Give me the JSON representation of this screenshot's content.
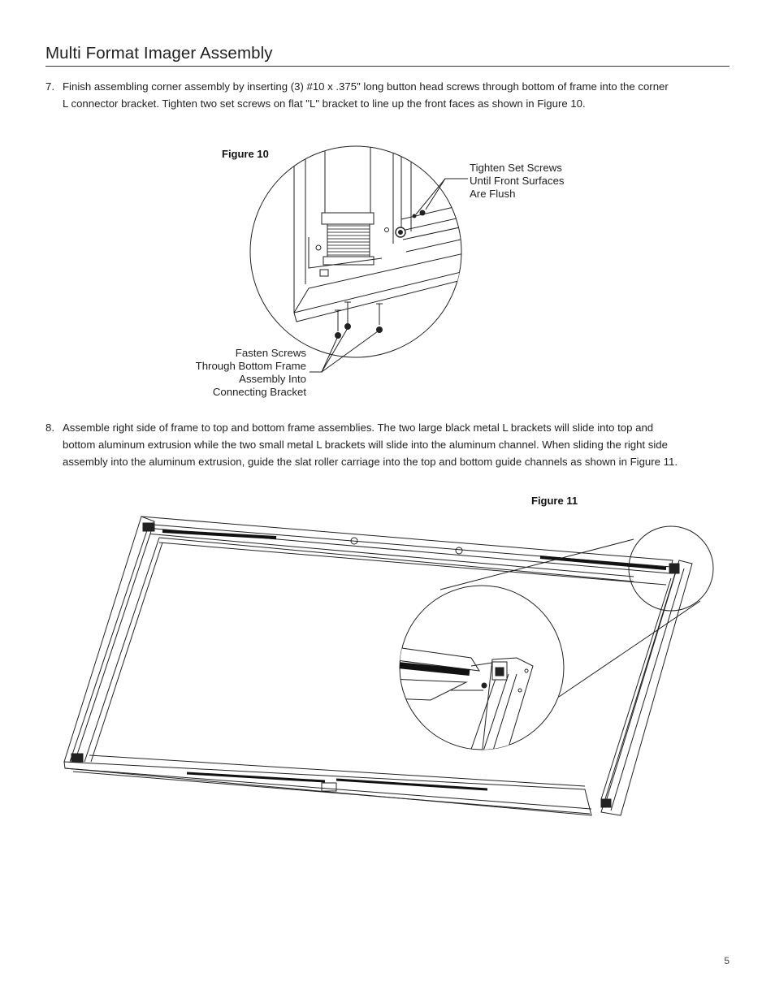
{
  "header": {
    "title": "Multi Format Imager Assembly"
  },
  "steps": [
    {
      "number": "7.",
      "lines": [
        "Finish assembling corner assembly by inserting (3) #10 x .375\" long button head screws through bottom of frame into the corner",
        "L connector bracket. Tighten two set screws on flat \"L\" bracket to line up the front faces as shown in Figure 10."
      ]
    },
    {
      "number": "8.",
      "lines": [
        "Assemble right side of frame to top and bottom frame assemblies. The two large black metal L brackets will slide into top and",
        "bottom aluminum extrusion while the two small metal L brackets will slide into the aluminum channel. When sliding the right side",
        "assembly into the aluminum extrusion, guide the slat roller carriage into the top and bottom guide channels as shown in Figure 11."
      ]
    }
  ],
  "figure10": {
    "label": "Figure 10",
    "callout_set_screws": [
      "Tighten Set Screws",
      "Until Front Surfaces",
      "Are Flush"
    ],
    "callout_fasten": [
      "Fasten Screws",
      "Through Bottom Frame",
      "Assembly Into",
      "Connecting Bracket"
    ]
  },
  "figure11": {
    "label": "Figure 11"
  },
  "footer": {
    "page_number": "5"
  }
}
